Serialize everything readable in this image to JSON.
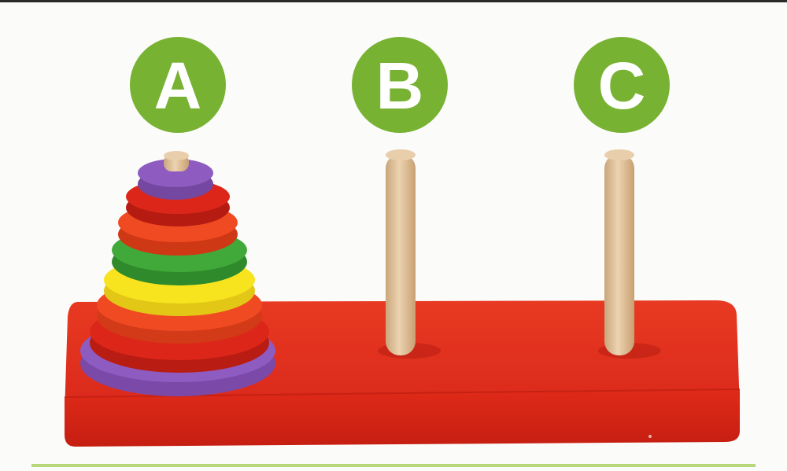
{
  "labels": {
    "a": "A",
    "b": "B",
    "c": "C"
  },
  "colors": {
    "label_green": "#78b233",
    "base_red": "#e02a18",
    "base_shadow": "#b31b10",
    "peg_wood": "#e2c39c",
    "disk_purple": "#8e5bc0",
    "disk_red": "#dc2619",
    "disk_orange": "#f04a22",
    "disk_green": "#41a93a",
    "disk_yellow": "#f7e31e"
  },
  "disks_bottom_to_top": [
    "disk_purple",
    "disk_red",
    "disk_orange",
    "disk_yellow",
    "disk_green",
    "disk_orange",
    "disk_red",
    "disk_purple"
  ]
}
